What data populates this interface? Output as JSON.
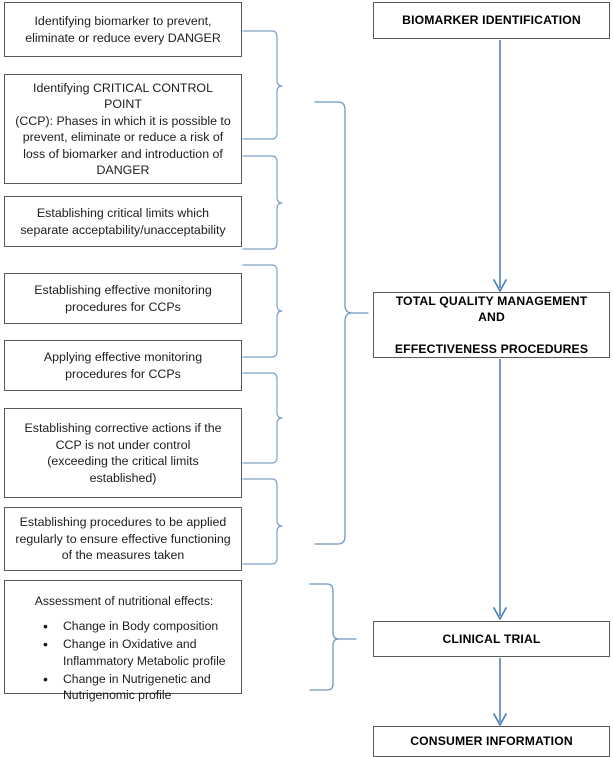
{
  "diagram": {
    "title": "Biomarker identification and quality management flowchart",
    "colors": {
      "box_border": "#595959",
      "brace": "#7BA0CB",
      "arrow": "#4F81BD",
      "background": "#FFFFFF",
      "text": "#1C1C1C"
    },
    "steps": [
      {
        "id": "step-1",
        "text": "Identifying biomarker to prevent,\neliminate or reduce every DANGER"
      },
      {
        "id": "step-2",
        "text": "Identifying CRITICAL CONTROL POINT\n(CCP): Phases in which it is possible to\nprevent, eliminate or reduce a risk of\nloss of biomarker and introduction of\nDANGER"
      },
      {
        "id": "step-3",
        "text": "Establishing critical limits which\nseparate acceptability/unacceptability"
      },
      {
        "id": "step-4",
        "text": "Establishing effective monitoring\nprocedures for CCPs"
      },
      {
        "id": "step-5",
        "text": "Applying effective monitoring\nprocedures for CCPs"
      },
      {
        "id": "step-6",
        "text": "Establishing corrective actions if the\nCCP is not under control\n(exceeding the critical limits\nestablished)"
      },
      {
        "id": "step-7",
        "text": "Establishing procedures to be applied\nregularly to ensure effective functioning\nof the measures taken"
      }
    ],
    "assessment": {
      "id": "step-8",
      "heading": "Assessment of nutritional effects:",
      "bullets": [
        "Change in Body composition",
        "Change in Oxidative and\nInflammatory Metabolic profile",
        "Change in Nutrigenetic and\nNutrigenomic profile"
      ]
    },
    "outcomes": [
      {
        "id": "outcome-1",
        "text": "BIOMARKER IDENTIFICATION"
      },
      {
        "id": "outcome-2",
        "text": "TOTAL QUALITY MANAGEMENT AND\n\nEFFECTIVENESS PROCEDURES"
      },
      {
        "id": "outcome-3",
        "text": "CLINICAL TRIAL"
      },
      {
        "id": "outcome-4",
        "text": "CONSUMER INFORMATION"
      }
    ],
    "connectors": [
      {
        "id": "brace-steps-1-2",
        "kind": "curly-brace",
        "from": "step-1,step-2",
        "to": "main-brace"
      },
      {
        "id": "brace-steps-3-4",
        "kind": "curly-brace",
        "from": "step-3,step-4",
        "to": "main-brace"
      },
      {
        "id": "brace-steps-5-6",
        "kind": "curly-brace",
        "from": "step-5,step-6",
        "to": "main-brace"
      },
      {
        "id": "brace-step-7",
        "kind": "curly-brace",
        "from": "step-7",
        "to": "main-brace"
      },
      {
        "id": "main-brace",
        "kind": "curly-brace",
        "from": "steps-1-7",
        "to": "outcome-2"
      },
      {
        "id": "assessment-brace",
        "kind": "curly-brace",
        "from": "step-8",
        "to": "outcome-3"
      },
      {
        "id": "arrow-1",
        "kind": "arrow-down",
        "from": "outcome-1",
        "to": "outcome-2"
      },
      {
        "id": "arrow-2",
        "kind": "arrow-down",
        "from": "outcome-2",
        "to": "outcome-3"
      },
      {
        "id": "arrow-3",
        "kind": "arrow-down",
        "from": "outcome-3",
        "to": "outcome-4"
      }
    ]
  }
}
